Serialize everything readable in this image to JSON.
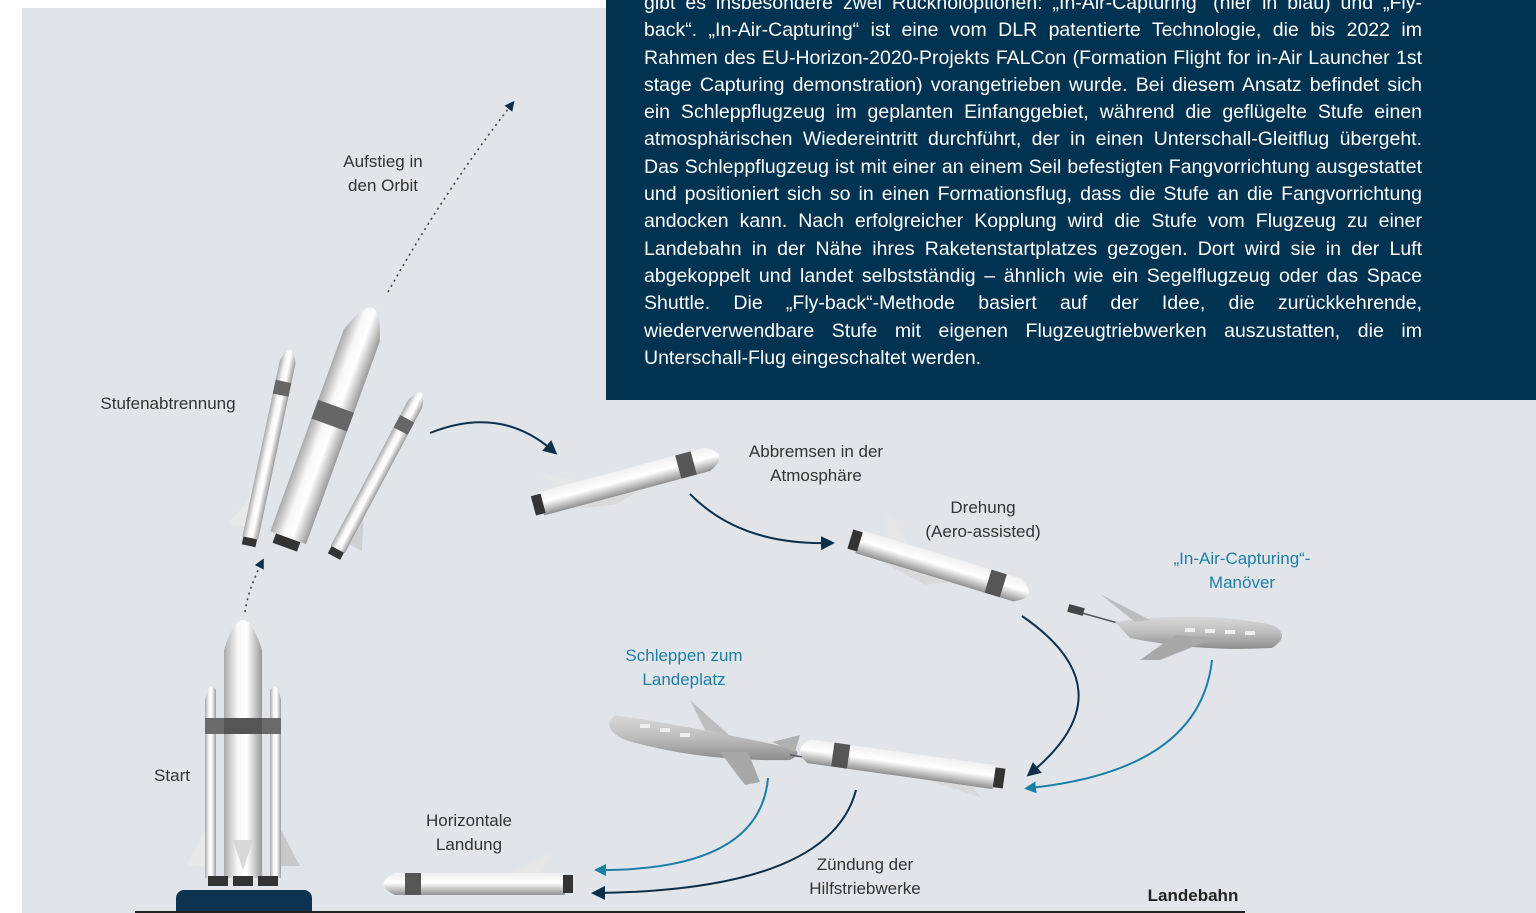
{
  "panel": {
    "text": "gibt es insbesondere zwei Rückholoptionen: „In-Air-Capturing“ (hier in blau) und „Fly-back“. „In-Air-Capturing“ ist eine vom DLR patentierte Technologie, die bis 2022 im Rahmen des EU-Horizon-2020-Projekts FALCon (Formation Flight for in-Air Launcher 1st stage Capturing demonstration) vorangetrieben wurde. Bei diesem Ansatz befindet sich ein Schleppflugzeug im geplanten Einfanggebiet, während die geflügelte Stufe einen atmosphärischen Wiedereintritt durchführt, der in einen Unterschall-Gleitflug übergeht. Das Schleppflugzeug ist mit einer an einem Seil befestigten Fangvorrichtung ausgestattet und positioniert sich so in einen Formationsflug, dass die Stufe an die Fangvorrichtung andocken kann. Nach erfolgreicher Kopplung wird die Stufe vom Flugzeug zu einer Landebahn in der Nähe ihres Raketenstartplatzes gezogen. Dort wird sie in der Luft abgekoppelt und landet selbstständig – ähnlich wie ein Segelflugzeug oder das Space Shuttle. Die „Fly-back“-Methode basiert auf der Idee, die zurückkehrende, wiederverwendbare Stufe mit eigenen Flugzeugtriebwerken auszustatten, die im Unterschall-Flug eingeschaltet werden."
  },
  "labels": {
    "ascent": "Aufstieg in\nden Orbit",
    "separation": "Stufenabtrennung",
    "start": "Start",
    "braking": "Abbremsen in der\nAtmosphäre",
    "rotation": "Drehung\n(Aero-assisted)",
    "capture": "„In-Air-Capturing“-\nManöver",
    "towing": "Schleppen zum\nLandeplatz",
    "landing": "Horizontale\nLandung",
    "ignition": "Zündung der\nHilfstriebwerke",
    "runway": "Landebahn"
  },
  "colors": {
    "background": "#e1e5ea",
    "panel": "#003352",
    "in_air_capturing": "#1e7fa6",
    "fly_back": "#0d2f4a"
  }
}
